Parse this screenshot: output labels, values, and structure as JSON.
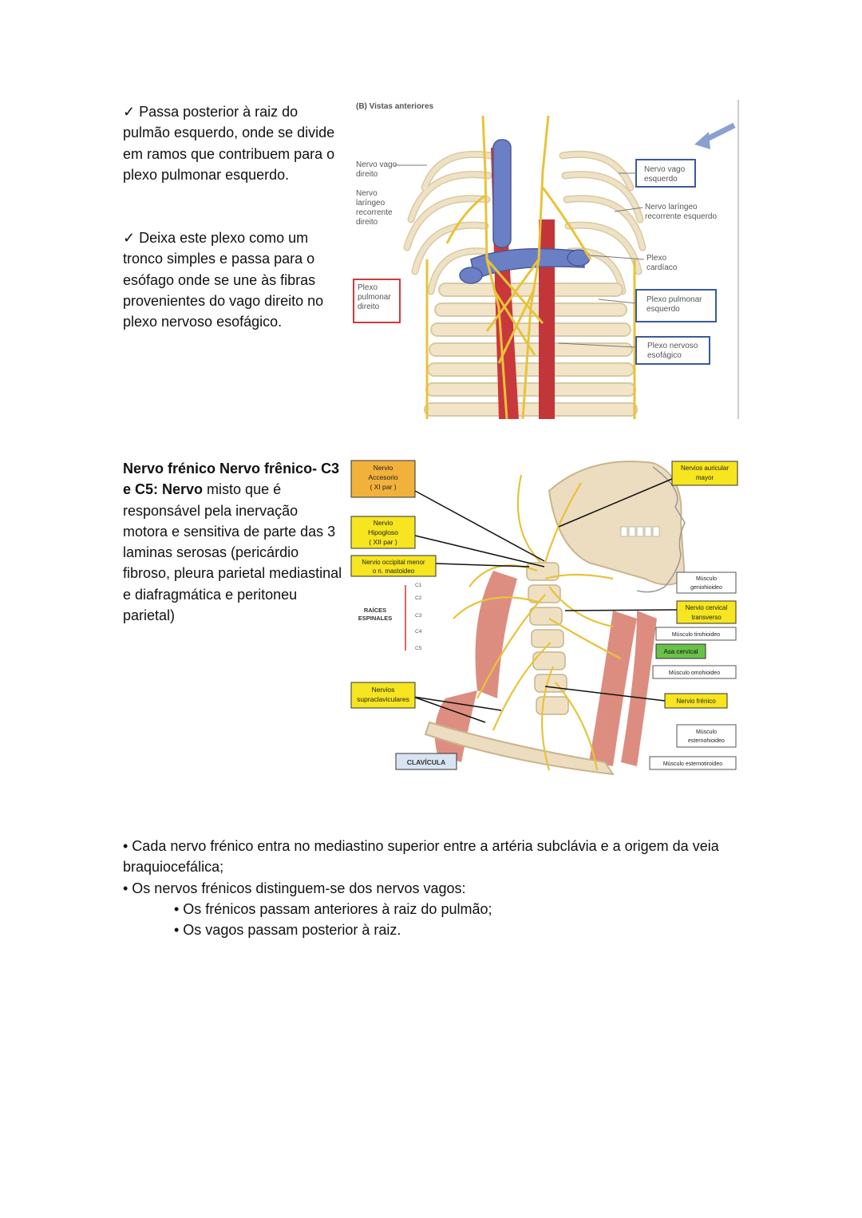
{
  "section1": {
    "para1": "✓ Passa posterior à raiz do pulmão esquerdo,  onde  se divide em ramos que contribuem para o plexo  pulmonar esquerdo.",
    "para2": "✓ Deixa este plexo como um tronco simples e passa para o esófago onde se une às fibras provenientes do vago direito no plexo nervoso esofágico."
  },
  "figure1": {
    "title": "(B)  Vistas anteriores",
    "labels": {
      "vago_direito_1": "Nervo vago",
      "vago_direito_2": "direito",
      "laringeo_dir_1": "Nervo",
      "laringeo_dir_2": "laríngeo",
      "laringeo_dir_3": "recorrente",
      "laringeo_dir_4": "direito",
      "plexo_pulm_dir_1": "Plexo",
      "plexo_pulm_dir_2": "pulmonar",
      "plexo_pulm_dir_3": "direito",
      "vago_esq_1": "Nervo vago",
      "vago_esq_2": "esquerdo",
      "laringeo_esq_1": "Nervo laríngeo",
      "laringeo_esq_2": "recorrente esquerdo",
      "plexo_card_1": "Plexo",
      "plexo_card_2": "cardíaco",
      "plexo_pulm_esq_1": "Plexo pulmonar",
      "plexo_pulm_esq_2": "esquerdo",
      "plexo_esof_1": "Plexo nervoso",
      "plexo_esof_2": "esofágico"
    },
    "colors": {
      "nerve": "#e8c33a",
      "vein": "#6b7fc4",
      "artery": "#c9383a",
      "bone": "#efe2c4"
    }
  },
  "section2": {
    "bold1": "Nervo frénico Nervo frênico- C3 e C5: Nervo",
    "text1": " misto que é responsável pela inervação motora e sensitiva de parte das 3 laminas serosas (pericárdio fibroso, pleura parietal mediastinal e diafragmática e peritoneu parietal)"
  },
  "figure2": {
    "labels": {
      "accesorio_1": "Nervio",
      "accesorio_2": "Accesorio",
      "accesorio_3": "( XI par )",
      "hipogloso_1": "Nervio",
      "hipogloso_2": "Hipogloso",
      "hipogloso_3": "( XII par )",
      "occipital_1": "Nervio occipital menor",
      "occipital_2": "o n. mastoideo",
      "raices_1": "RAÍCES",
      "raices_2": "ESPINALES",
      "c1": "C1",
      "c2": "C2",
      "c3": "C3",
      "c4": "C4",
      "c5": "C5",
      "supraclav_1": "Nervios",
      "supraclav_2": "supraclaviculares",
      "clavicula": "CLAVÍCULA",
      "auricular_1": "Nervios auricular",
      "auricular_2": "mayor",
      "geniohioideo_1": "Músculo",
      "geniohioideo_2": "geniohioideo",
      "cervical_1": "Nervio cervical",
      "cervical_2": "transverso",
      "tirohioideo": "Músculo tirohioideo",
      "asa": "Asa cervical",
      "omohioideo": "Músculo omohioideo",
      "frenico": "Nervio frénico",
      "esternohioideo_1": "Músculo",
      "esternohioideo_2": "esternohioideo",
      "esternotiroideo": "Músculo esternotiroideo"
    },
    "colors": {
      "yellow_box": "#f6e51f",
      "orange_box": "#f2b13a",
      "green_box": "#6ac14a",
      "blue_box": "#d9e4f3",
      "muscle": "#d77a6a"
    }
  },
  "section3": {
    "b1": "• Cada nervo frénico entra no mediastino superior entre a artéria subclávia e a origem da veia braquiocefálica;",
    "b2": "• Os nervos frénicos distinguem-se dos nervos vagos:",
    "b3": "• Os frénicos passam anteriores à raiz do pulmão;",
    "b4": "• Os vagos passam posterior à raiz."
  }
}
